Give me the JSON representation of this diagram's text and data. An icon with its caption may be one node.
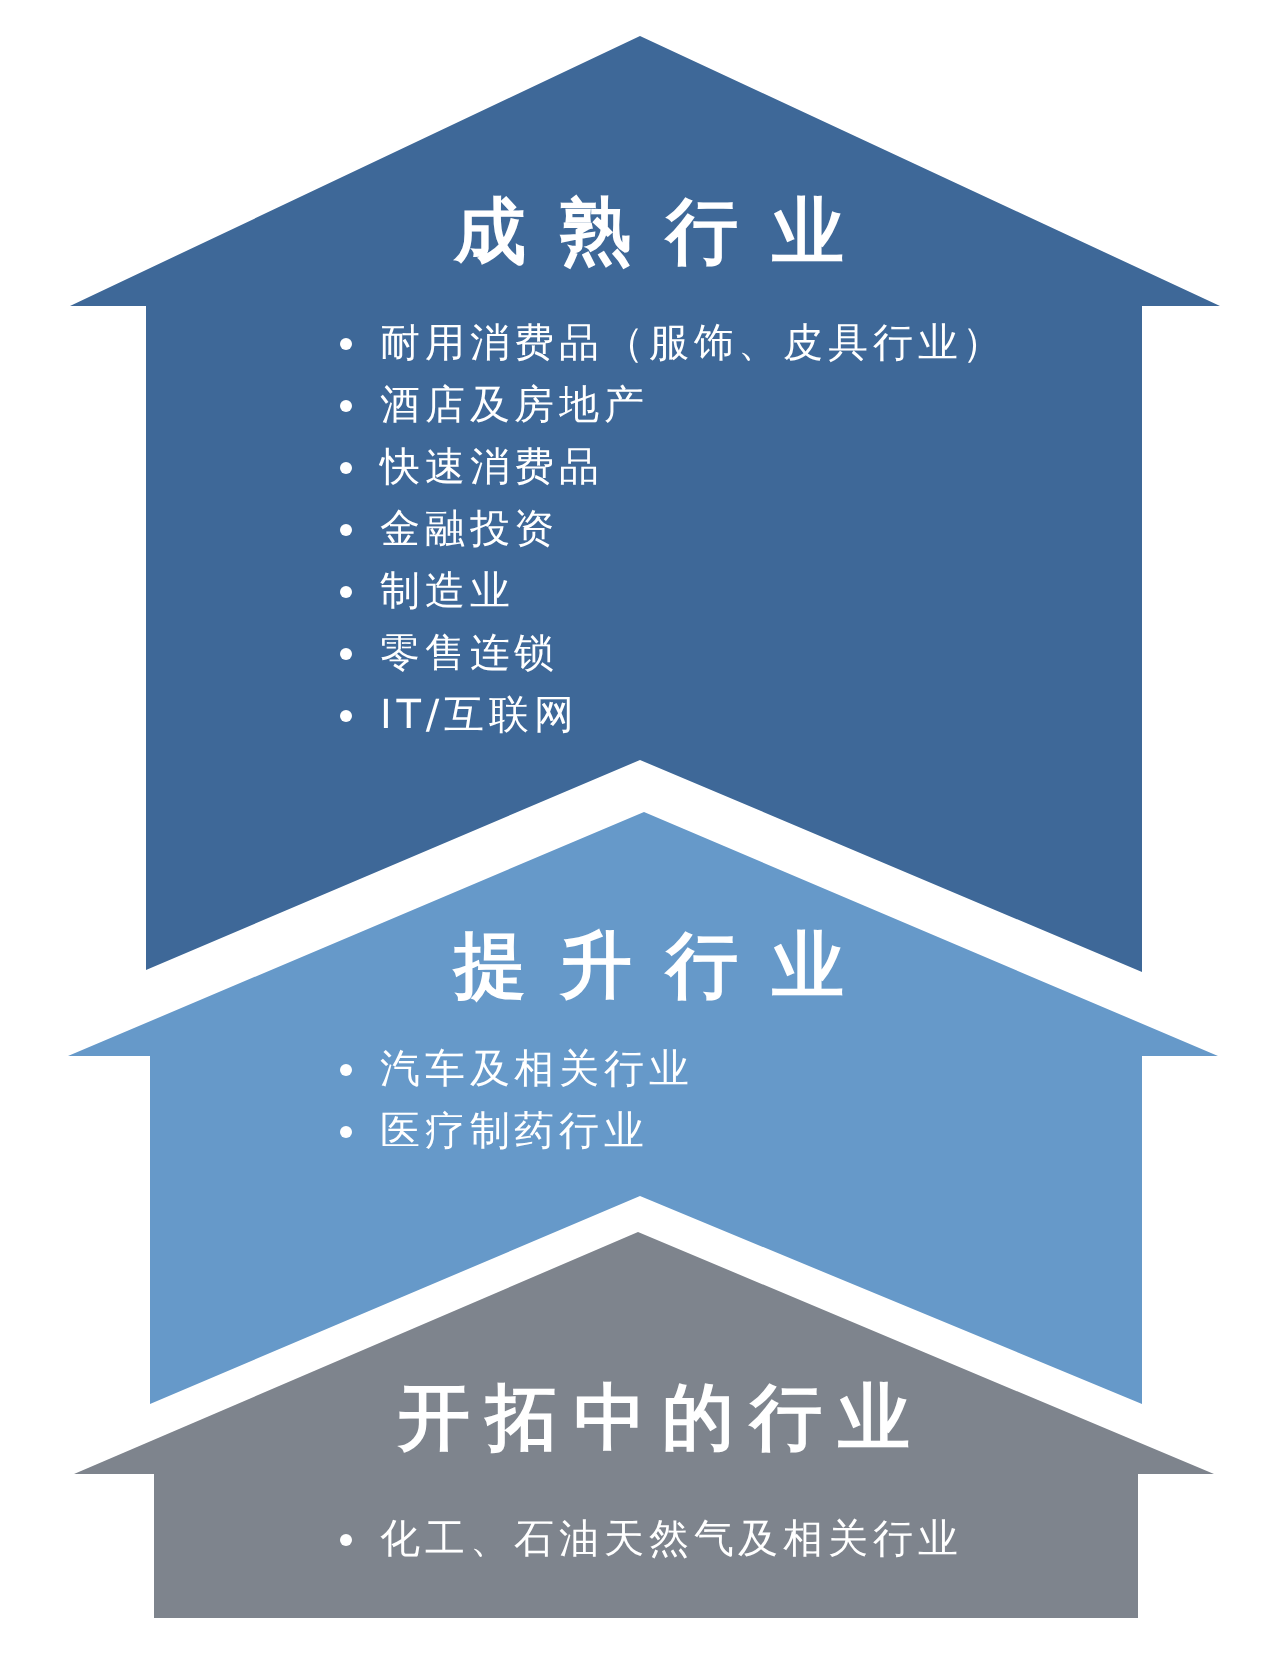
{
  "diagram": {
    "nodes": [
      {
        "text": [
          "成熟行业",
          "耐用消费品（服饰、皮具行业）",
          "酒店及房地产",
          "快速消费品",
          "金融投资",
          "制造业",
          "零售连锁",
          "IT/互联网"
        ]
      },
      {
        "text": [
          "提升行业",
          "汽车及相关行业",
          "医疗制药行业"
        ]
      },
      {
        "text": [
          "开拓中的行业",
          "化工、石油天然气及相关行业"
        ]
      }
    ]
  }
}
